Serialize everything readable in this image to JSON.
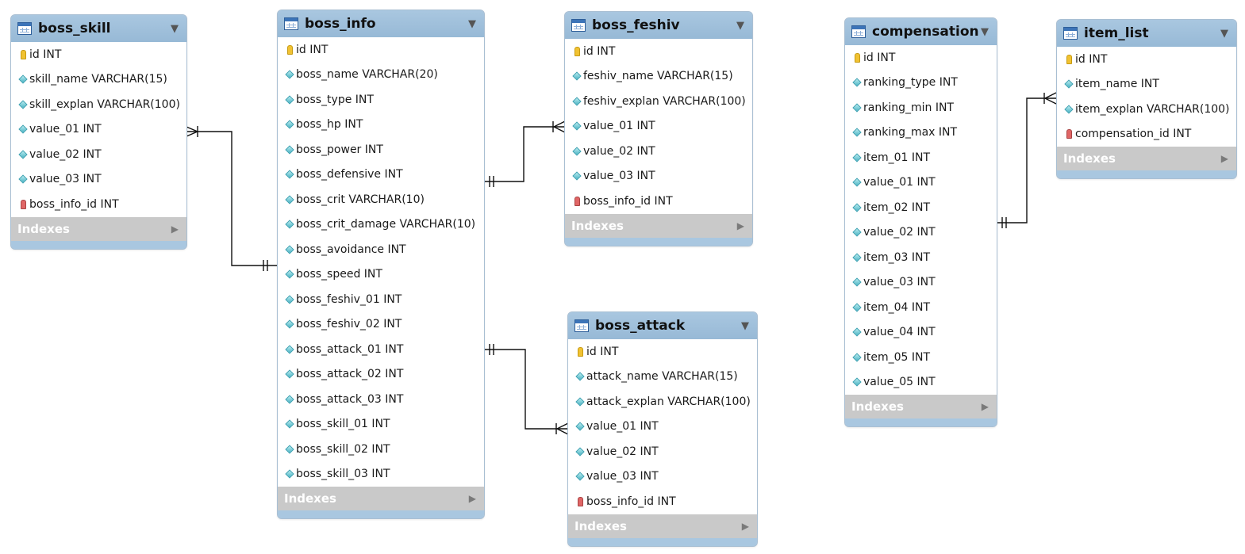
{
  "tables": {
    "boss_skill": {
      "name": "boss_skill",
      "columns": [
        {
          "text": "id INT",
          "kind": "pk"
        },
        {
          "text": "skill_name VARCHAR(15)",
          "kind": "col"
        },
        {
          "text": "skill_explan VARCHAR(100)",
          "kind": "col"
        },
        {
          "text": "value_01 INT",
          "kind": "col"
        },
        {
          "text": "value_02 INT",
          "kind": "col"
        },
        {
          "text": "value_03 INT",
          "kind": "col"
        },
        {
          "text": "boss_info_id INT",
          "kind": "fk"
        }
      ],
      "indexes_label": "Indexes"
    },
    "boss_info": {
      "name": "boss_info",
      "columns": [
        {
          "text": "id INT",
          "kind": "pk"
        },
        {
          "text": "boss_name VARCHAR(20)",
          "kind": "col"
        },
        {
          "text": "boss_type INT",
          "kind": "col"
        },
        {
          "text": "boss_hp INT",
          "kind": "col"
        },
        {
          "text": "boss_power INT",
          "kind": "col"
        },
        {
          "text": "boss_defensive INT",
          "kind": "col"
        },
        {
          "text": "boss_crit VARCHAR(10)",
          "kind": "col"
        },
        {
          "text": "boss_crit_damage VARCHAR(10)",
          "kind": "col"
        },
        {
          "text": "boss_avoidance INT",
          "kind": "col"
        },
        {
          "text": "boss_speed INT",
          "kind": "col"
        },
        {
          "text": "boss_feshiv_01 INT",
          "kind": "col"
        },
        {
          "text": "boss_feshiv_02 INT",
          "kind": "col"
        },
        {
          "text": "boss_attack_01 INT",
          "kind": "col"
        },
        {
          "text": "boss_attack_02 INT",
          "kind": "col"
        },
        {
          "text": "boss_attack_03 INT",
          "kind": "col"
        },
        {
          "text": "boss_skill_01 INT",
          "kind": "col"
        },
        {
          "text": "boss_skill_02 INT",
          "kind": "col"
        },
        {
          "text": "boss_skill_03 INT",
          "kind": "col"
        }
      ],
      "indexes_label": "Indexes"
    },
    "boss_feshiv": {
      "name": "boss_feshiv",
      "columns": [
        {
          "text": "id INT",
          "kind": "pk"
        },
        {
          "text": "feshiv_name VARCHAR(15)",
          "kind": "col"
        },
        {
          "text": "feshiv_explan VARCHAR(100)",
          "kind": "col"
        },
        {
          "text": "value_01 INT",
          "kind": "col"
        },
        {
          "text": "value_02 INT",
          "kind": "col"
        },
        {
          "text": "value_03 INT",
          "kind": "col"
        },
        {
          "text": "boss_info_id INT",
          "kind": "fk"
        }
      ],
      "indexes_label": "Indexes"
    },
    "boss_attack": {
      "name": "boss_attack",
      "columns": [
        {
          "text": "id INT",
          "kind": "pk"
        },
        {
          "text": "attack_name VARCHAR(15)",
          "kind": "col"
        },
        {
          "text": "attack_explan VARCHAR(100)",
          "kind": "col"
        },
        {
          "text": "value_01 INT",
          "kind": "col"
        },
        {
          "text": "value_02 INT",
          "kind": "col"
        },
        {
          "text": "value_03 INT",
          "kind": "col"
        },
        {
          "text": "boss_info_id INT",
          "kind": "fk"
        }
      ],
      "indexes_label": "Indexes"
    },
    "compensation": {
      "name": "compensation",
      "columns": [
        {
          "text": "id INT",
          "kind": "pk"
        },
        {
          "text": "ranking_type INT",
          "kind": "col"
        },
        {
          "text": "ranking_min INT",
          "kind": "col"
        },
        {
          "text": "ranking_max INT",
          "kind": "col"
        },
        {
          "text": "item_01 INT",
          "kind": "col"
        },
        {
          "text": "value_01 INT",
          "kind": "col"
        },
        {
          "text": "item_02 INT",
          "kind": "col"
        },
        {
          "text": "value_02 INT",
          "kind": "col"
        },
        {
          "text": "item_03 INT",
          "kind": "col"
        },
        {
          "text": "value_03 INT",
          "kind": "col"
        },
        {
          "text": "item_04 INT",
          "kind": "col"
        },
        {
          "text": "value_04 INT",
          "kind": "col"
        },
        {
          "text": "item_05 INT",
          "kind": "col"
        },
        {
          "text": "value_05 INT",
          "kind": "col"
        }
      ],
      "indexes_label": "Indexes"
    },
    "item_list": {
      "name": "item_list",
      "columns": [
        {
          "text": "id INT",
          "kind": "pk"
        },
        {
          "text": "item_name INT",
          "kind": "col"
        },
        {
          "text": "item_explan VARCHAR(100)",
          "kind": "col"
        },
        {
          "text": "compensation_id INT",
          "kind": "fk"
        }
      ],
      "indexes_label": "Indexes"
    }
  },
  "relationships": [
    {
      "from": "boss_info",
      "to": "boss_skill",
      "type": "one-to-many"
    },
    {
      "from": "boss_info",
      "to": "boss_feshiv",
      "type": "one-to-many"
    },
    {
      "from": "boss_info",
      "to": "boss_attack",
      "type": "one-to-many"
    },
    {
      "from": "compensation",
      "to": "item_list",
      "type": "one-to-many"
    }
  ]
}
